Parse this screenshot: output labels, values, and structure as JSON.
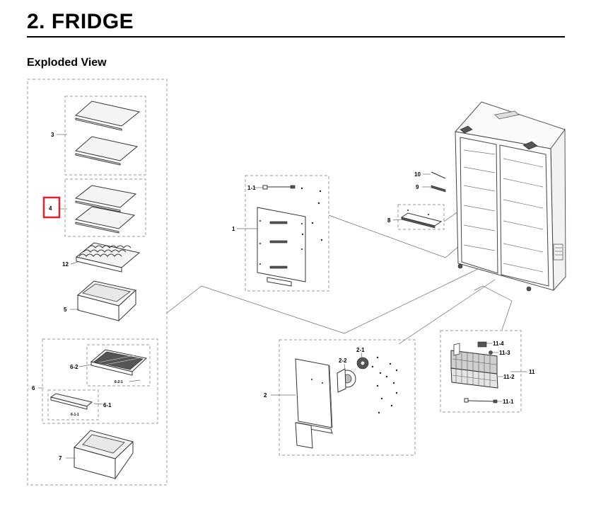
{
  "header": {
    "title": "2.  FRIDGE",
    "subtitle": "Exploded View"
  },
  "highlight_color": "#e3202b",
  "callouts": {
    "p3": "3",
    "p4": "4",
    "p12": "12",
    "p5": "5",
    "p6": "6",
    "p6_2": "6-2",
    "p6_2_1": "6-2-1",
    "p6_1": "6-1",
    "p6_1_1": "6-1-1",
    "p7": "7",
    "p1_1": "1-1",
    "p1": "1",
    "p10": "10",
    "p9": "9",
    "p8": "8",
    "p2": "2",
    "p2_1": "2-1",
    "p2_2": "2-2",
    "p11": "11",
    "p11_1": "11-1",
    "p11_2": "11-2",
    "p11_3": "11-3",
    "p11_4": "11-4"
  }
}
